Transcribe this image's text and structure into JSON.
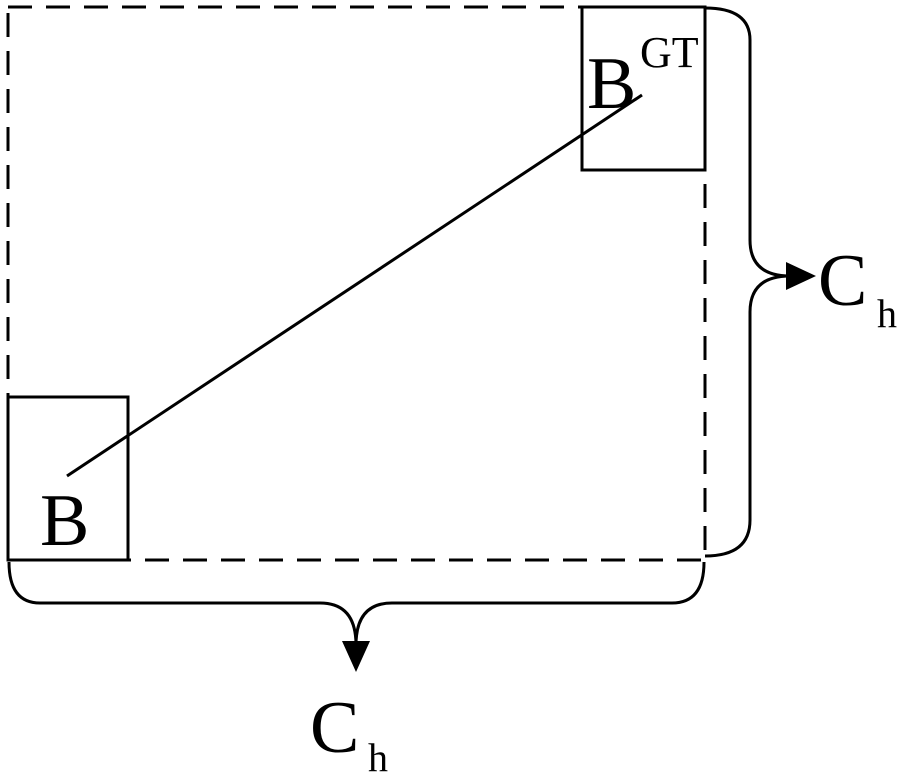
{
  "diagram": {
    "box_b_label": "B",
    "box_gt_label_main": "B",
    "box_gt_label_sup": "GT",
    "right_brace_label_main": "C",
    "right_brace_label_sub": "h",
    "bottom_brace_label_main": "C",
    "bottom_brace_label_sub": "h"
  },
  "colors": {
    "stroke": "#000000",
    "background": "#ffffff"
  }
}
